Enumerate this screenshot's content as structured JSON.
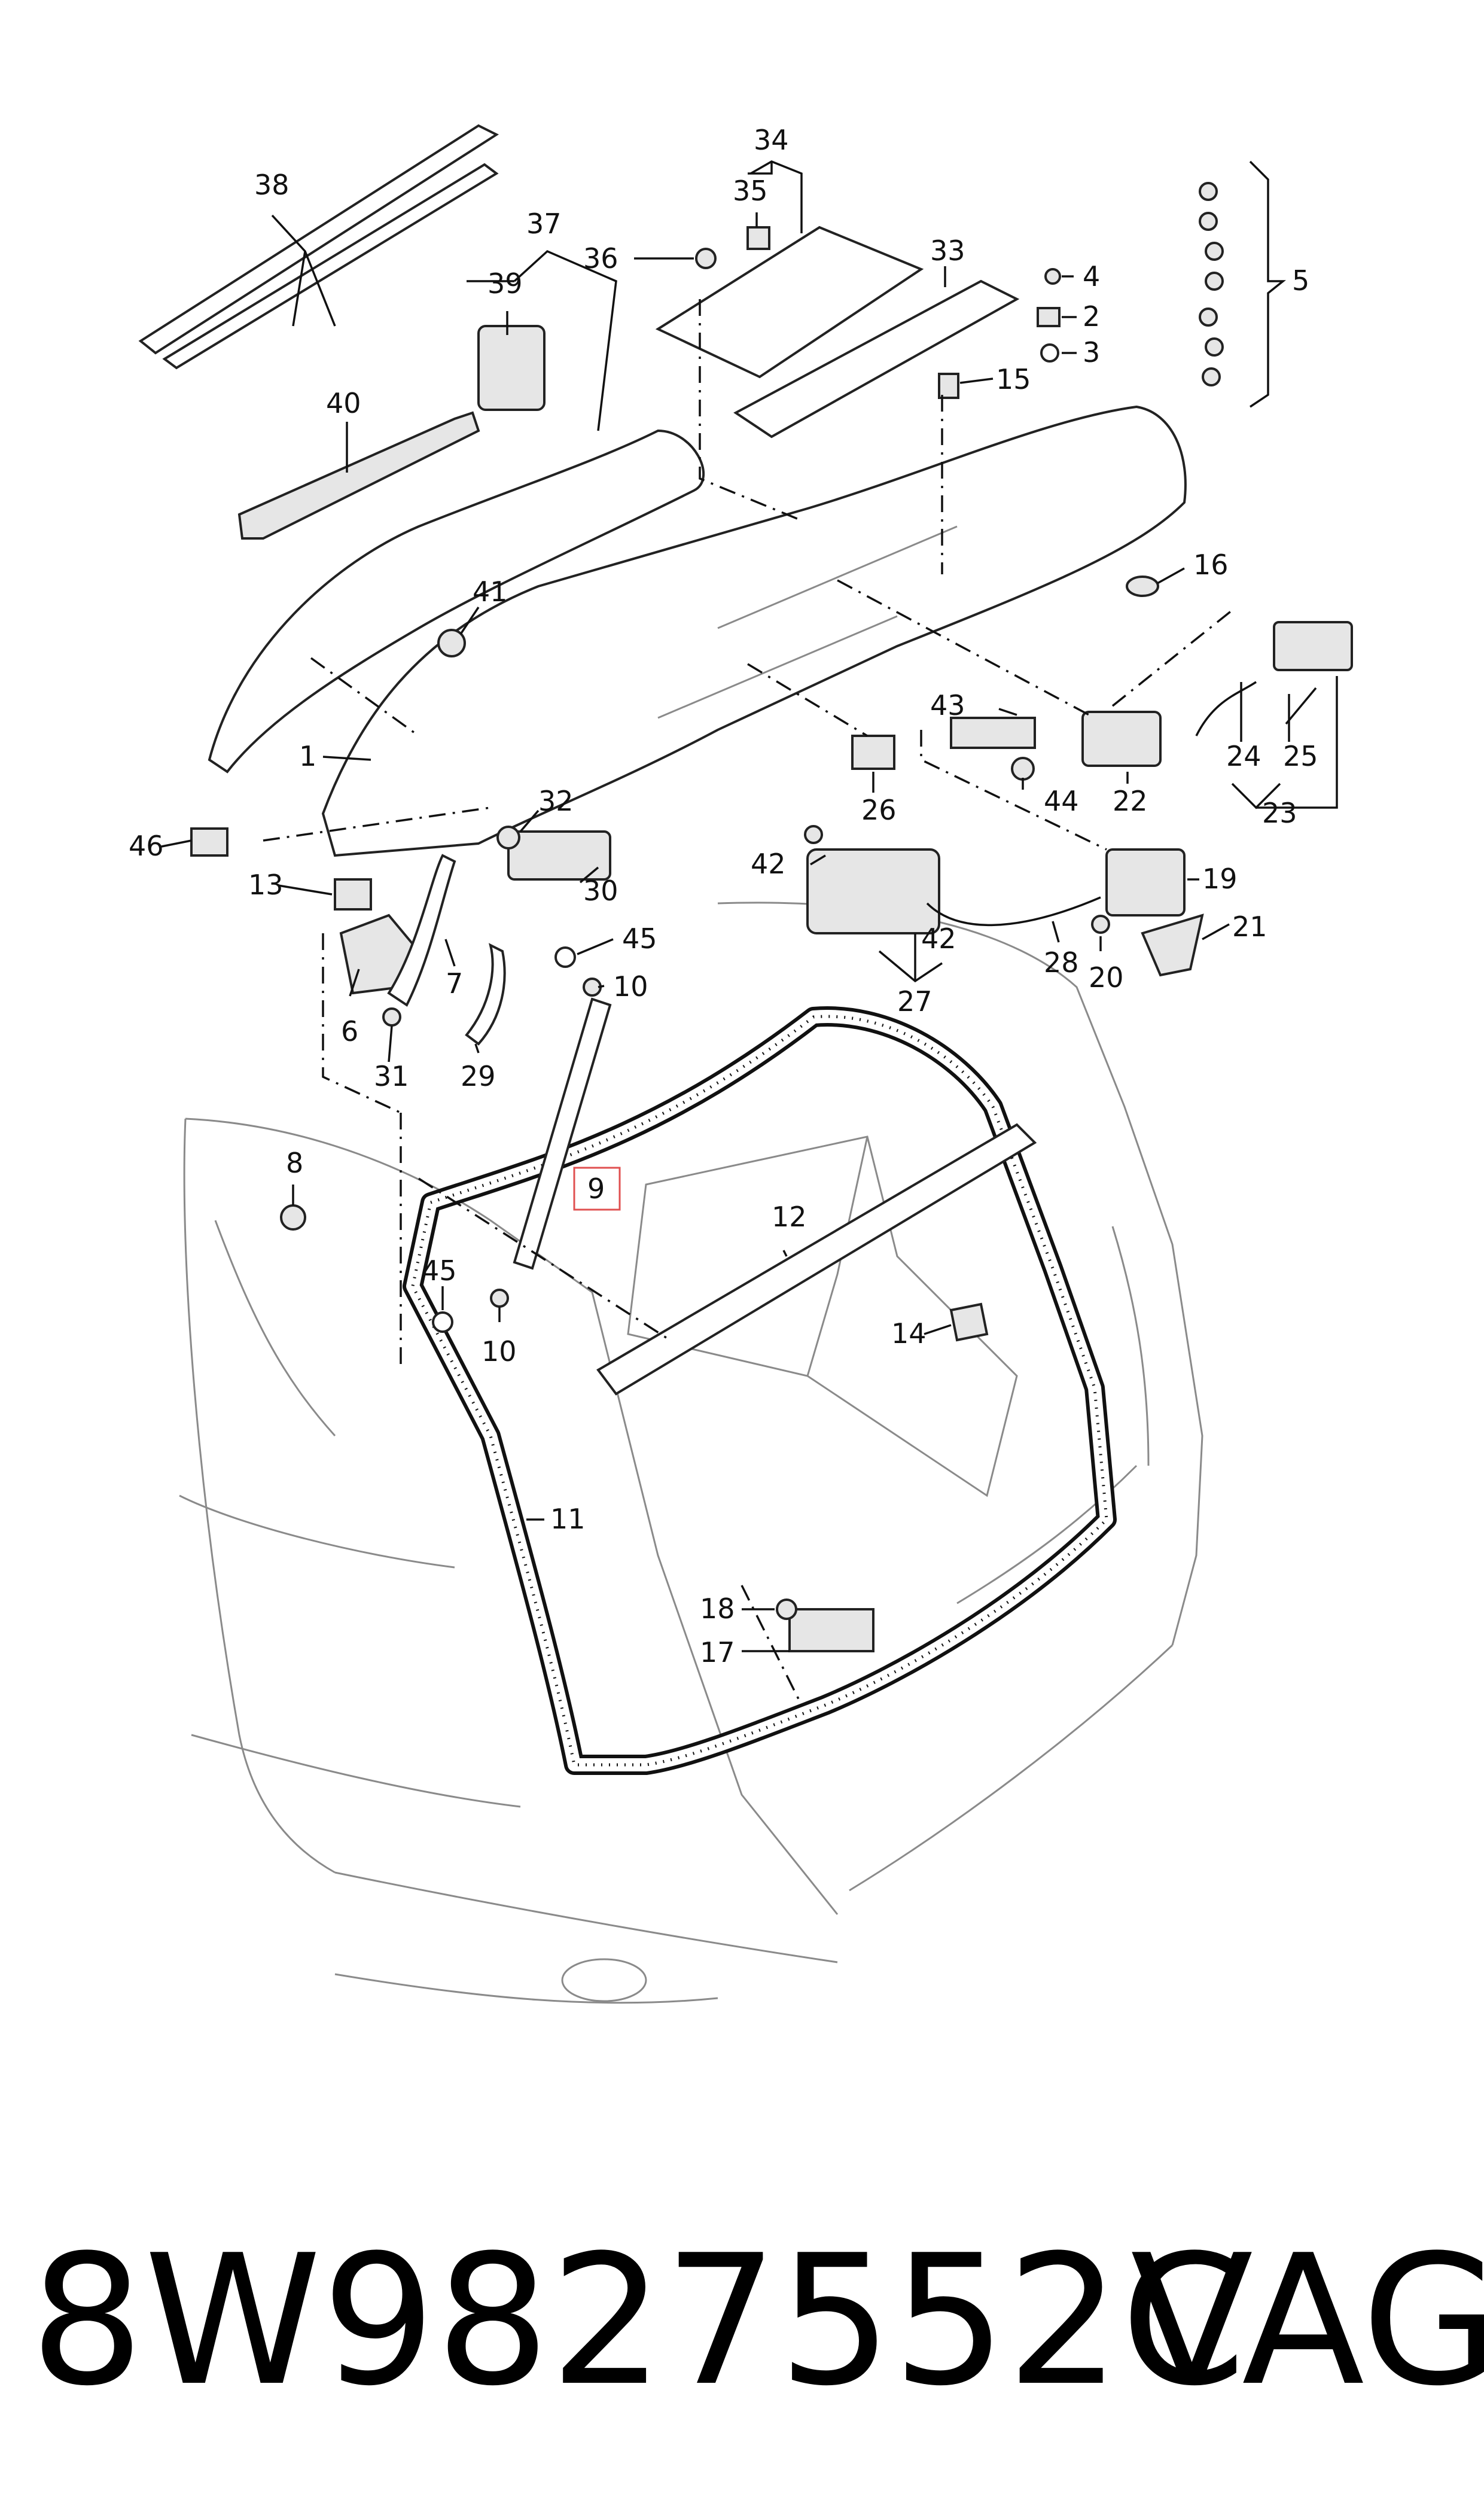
{
  "callouts": [
    {
      "n": "1"
    },
    {
      "n": "2"
    },
    {
      "n": "3"
    },
    {
      "n": "4"
    },
    {
      "n": "5"
    },
    {
      "n": "6"
    },
    {
      "n": "7"
    },
    {
      "n": "8"
    },
    {
      "n": "9"
    },
    {
      "n": "10"
    },
    {
      "n": "10"
    },
    {
      "n": "11"
    },
    {
      "n": "12"
    },
    {
      "n": "13"
    },
    {
      "n": "14"
    },
    {
      "n": "15"
    },
    {
      "n": "16"
    },
    {
      "n": "17"
    },
    {
      "n": "18"
    },
    {
      "n": "19"
    },
    {
      "n": "20"
    },
    {
      "n": "21"
    },
    {
      "n": "22"
    },
    {
      "n": "23"
    },
    {
      "n": "24"
    },
    {
      "n": "25"
    },
    {
      "n": "26"
    },
    {
      "n": "27"
    },
    {
      "n": "28"
    },
    {
      "n": "29"
    },
    {
      "n": "30"
    },
    {
      "n": "31"
    },
    {
      "n": "32"
    },
    {
      "n": "33"
    },
    {
      "n": "34"
    },
    {
      "n": "35"
    },
    {
      "n": "36"
    },
    {
      "n": "37"
    },
    {
      "n": "38"
    },
    {
      "n": "39"
    },
    {
      "n": "40"
    },
    {
      "n": "41"
    },
    {
      "n": "42"
    },
    {
      "n": "42"
    },
    {
      "n": "43"
    },
    {
      "n": "44"
    },
    {
      "n": "45"
    },
    {
      "n": "45"
    },
    {
      "n": "46"
    }
  ],
  "highlight": {
    "callout": "9",
    "color": "#e05050"
  },
  "footer": {
    "part_number": "8W9827552C",
    "brand": "VAG"
  }
}
